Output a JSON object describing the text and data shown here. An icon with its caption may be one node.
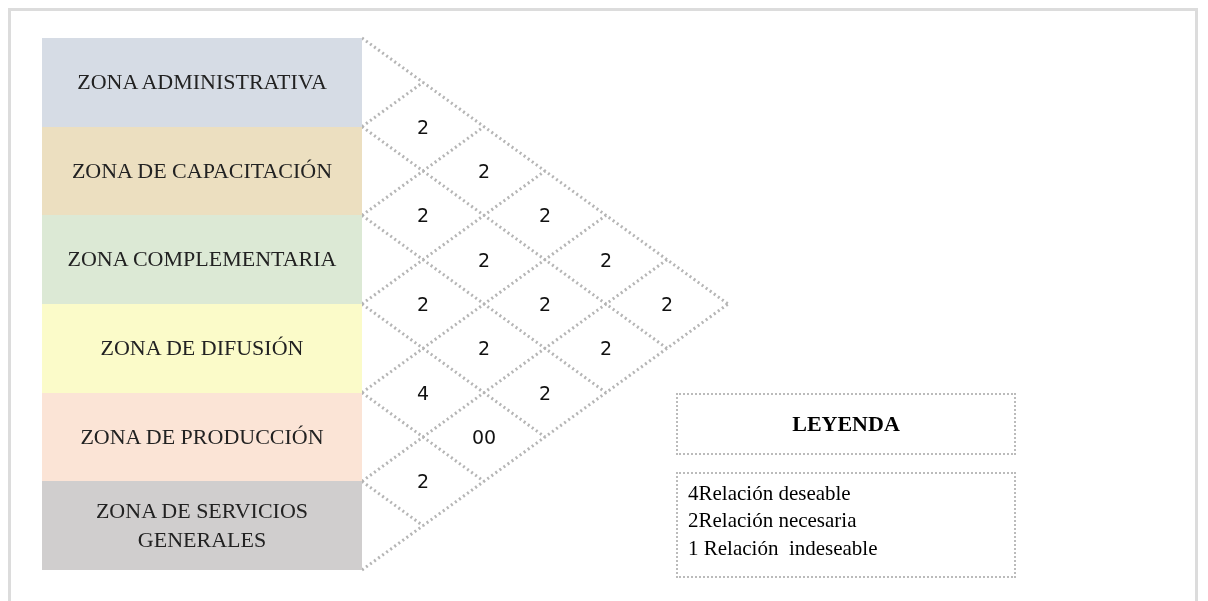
{
  "diagram": {
    "nodes": [
      {
        "text": [
          "ZONA ADMINISTRATIVA"
        ]
      },
      {
        "text": [
          "ZONA DE CAPACITACIÓN"
        ]
      },
      {
        "text": [
          "ZONA COMPLEMENTARIA"
        ]
      },
      {
        "text": [
          "ZONA DE DIFUSIÓN"
        ]
      },
      {
        "text": [
          "ZONA DE PRODUCCIÓN"
        ]
      },
      {
        "text": [
          "ZONA DE SERVICIOS GENERALES"
        ]
      }
    ],
    "edges": [],
    "labels": [
      "2",
      "2",
      "2",
      "2",
      "2",
      "2",
      "2",
      "2",
      "2",
      "2",
      "2",
      "4",
      "2",
      "00",
      "2",
      "LEYENDA",
      "4Relación deseable",
      "2Relación necesaria",
      "1 Relación  indeseable"
    ]
  }
}
